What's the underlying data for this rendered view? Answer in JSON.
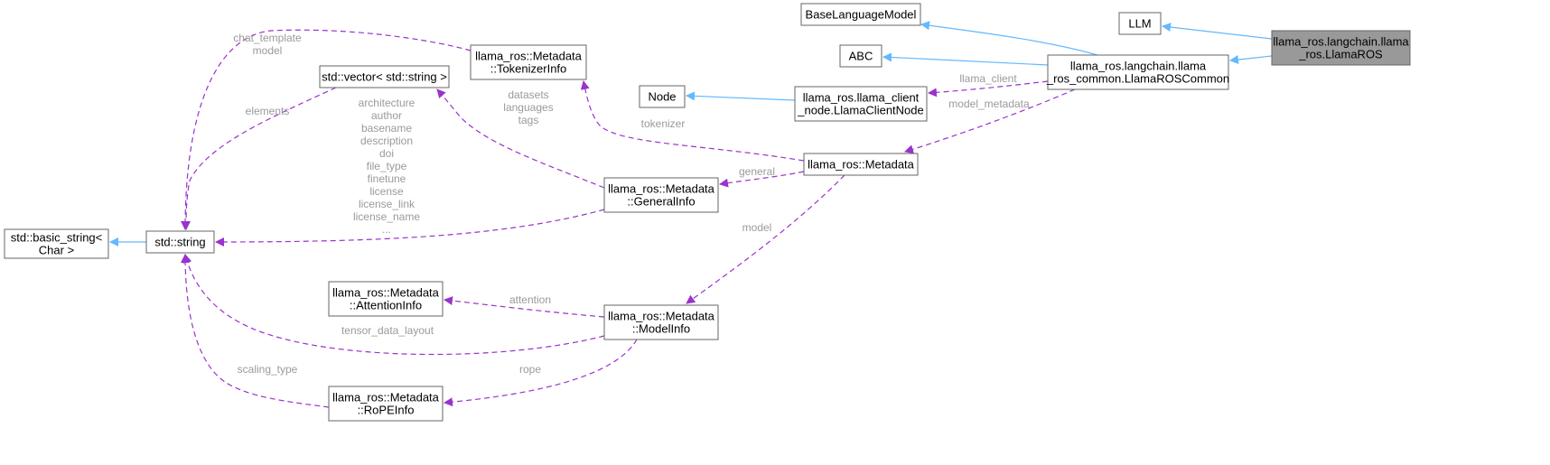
{
  "colors": {
    "inheritance_edge": "#63b8ff",
    "usage_edge": "#9a32cd",
    "node_border": "#666666",
    "highlight_fill": "#999999",
    "edge_label": "#9a9a9a"
  },
  "nodes": {
    "llamaros": [
      "llama_ros.langchain.llama",
      "_ros.LlamaROS"
    ],
    "llm": [
      "LLM"
    ],
    "baselanguagemodel": [
      "BaseLanguageModel"
    ],
    "abc": [
      "ABC"
    ],
    "llamaroscommon": [
      "llama_ros.langchain.llama",
      "_ros_common.LlamaROSCommon"
    ],
    "node": [
      "Node"
    ],
    "llamaclientnode": [
      "llama_ros.llama_client",
      "_node.LlamaClientNode"
    ],
    "metadata": [
      "llama_ros::Metadata"
    ],
    "tokenizerinfo": [
      "llama_ros::Metadata",
      "::TokenizerInfo"
    ],
    "generalinfo": [
      "llama_ros::Metadata",
      "::GeneralInfo"
    ],
    "modelinfo": [
      "llama_ros::Metadata",
      "::ModelInfo"
    ],
    "attentioninfo": [
      "llama_ros::Metadata",
      "::AttentionInfo"
    ],
    "ropeinfo": [
      "llama_ros::Metadata",
      "::RoPEInfo"
    ],
    "vector": [
      "std::vector< std::string >"
    ],
    "string": [
      "std::string"
    ],
    "basicstring": [
      "std::basic_string<",
      "Char >"
    ]
  },
  "edges": [
    {
      "from": "llamaros",
      "to": "llm",
      "kind": "inherit"
    },
    {
      "from": "llamaros",
      "to": "llamaroscommon",
      "kind": "inherit"
    },
    {
      "from": "llamaroscommon",
      "to": "baselanguagemodel",
      "kind": "inherit"
    },
    {
      "from": "llamaroscommon",
      "to": "abc",
      "kind": "inherit"
    },
    {
      "from": "llamaclientnode",
      "to": "node",
      "kind": "inherit"
    },
    {
      "from": "string",
      "to": "basicstring",
      "kind": "inherit"
    },
    {
      "from": "llamaroscommon",
      "to": "llamaclientnode",
      "kind": "use",
      "label": [
        "llama_client"
      ]
    },
    {
      "from": "llamaroscommon",
      "to": "metadata",
      "kind": "use",
      "label": [
        "model_metadata"
      ]
    },
    {
      "from": "metadata",
      "to": "tokenizerinfo",
      "kind": "use",
      "label": [
        "tokenizer"
      ]
    },
    {
      "from": "metadata",
      "to": "generalinfo",
      "kind": "use",
      "label": [
        "general"
      ]
    },
    {
      "from": "metadata",
      "to": "modelinfo",
      "kind": "use",
      "label": [
        "model"
      ]
    },
    {
      "from": "tokenizerinfo",
      "to": "string",
      "kind": "use",
      "label": [
        "chat_template",
        "model"
      ]
    },
    {
      "from": "generalinfo",
      "to": "vector",
      "kind": "use",
      "label": [
        "datasets",
        "languages",
        "tags"
      ]
    },
    {
      "from": "generalinfo",
      "to": "string",
      "kind": "use",
      "label": [
        "architecture",
        "author",
        "basename",
        "description",
        "doi",
        "file_type",
        "finetune",
        "license",
        "license_link",
        "license_name",
        "..."
      ]
    },
    {
      "from": "vector",
      "to": "string",
      "kind": "use",
      "label": [
        "elements"
      ]
    },
    {
      "from": "modelinfo",
      "to": "attentioninfo",
      "kind": "use",
      "label": [
        "attention"
      ]
    },
    {
      "from": "modelinfo",
      "to": "ropeinfo",
      "kind": "use",
      "label": [
        "rope"
      ]
    },
    {
      "from": "modelinfo",
      "to": "string",
      "kind": "use",
      "label": [
        "tensor_data_layout"
      ]
    },
    {
      "from": "ropeinfo",
      "to": "string",
      "kind": "use",
      "label": [
        "scaling_type"
      ]
    }
  ]
}
